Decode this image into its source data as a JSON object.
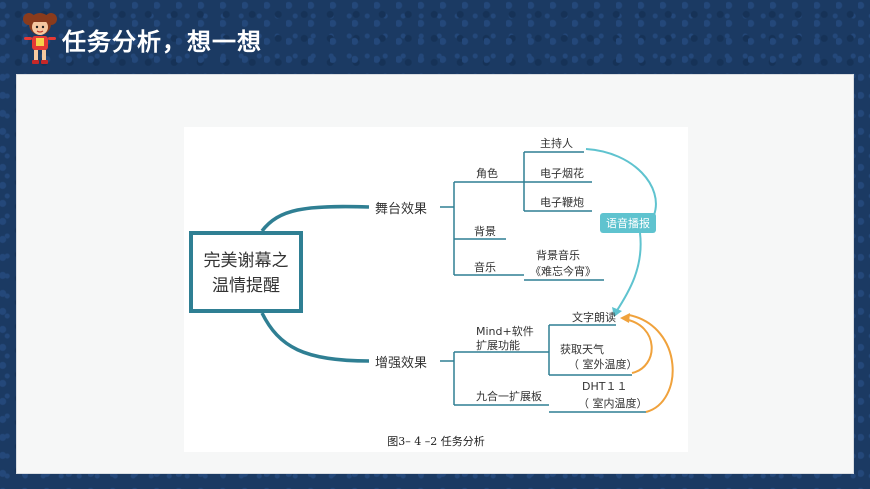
{
  "header": {
    "title": "任务分析，想一想"
  },
  "mindmap": {
    "root": {
      "line1": "完美谢幕之",
      "line2": "温情提醒"
    },
    "branch_stage": "舞台效果",
    "branch_enhance": "增强效果",
    "role": "角色",
    "host": "主持人",
    "fireworks": "电子烟花",
    "firecracker": "电子鞭炮",
    "voice_broadcast": "语音播报",
    "background": "背景",
    "music": "音乐",
    "bgm_line1": "背景音乐",
    "bgm_line2": "《难忘今宵》",
    "mind_line1": "Mind+软件",
    "mind_line2": "扩展功能",
    "text_read": "文字朗读",
    "weather_line1": "获取天气",
    "weather_line2": "（ 室外温度）",
    "board": "九合一扩展板",
    "dht_line1": "DHT１１",
    "dht_line2": "（ 室内温度）",
    "caption": "图3– 4 –2  任务分析"
  },
  "colors": {
    "teal": "#2f7f93",
    "cyan": "#5fc3cf",
    "orange": "#f0a23c",
    "dark_bg": "#1b3a63"
  }
}
